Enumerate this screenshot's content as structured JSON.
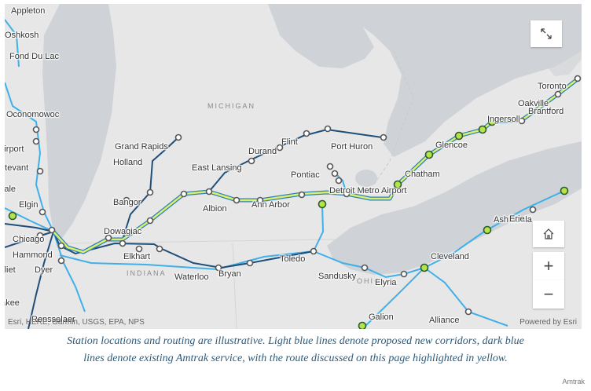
{
  "map": {
    "region_labels": [
      "MICHIGAN",
      "INDIANA",
      "OHIO"
    ],
    "cities": [
      {
        "name": "Appleton"
      },
      {
        "name": "Oshkosh"
      },
      {
        "name": "Fond Du Lac"
      },
      {
        "name": "Oconomowoc"
      },
      {
        "name": "Airport"
      },
      {
        "name": "Sturtevant"
      },
      {
        "name": "Glendale"
      },
      {
        "name": "Elgin"
      },
      {
        "name": "Chicago"
      },
      {
        "name": "Hammond"
      },
      {
        "name": "Joliet"
      },
      {
        "name": "Dyer"
      },
      {
        "name": "Kankakee"
      },
      {
        "name": "Rensselaer"
      },
      {
        "name": "Grand Rapids"
      },
      {
        "name": "Holland"
      },
      {
        "name": "Bangor"
      },
      {
        "name": "Dowagiac"
      },
      {
        "name": "Elkhart"
      },
      {
        "name": "Waterloo"
      },
      {
        "name": "Bryan"
      },
      {
        "name": "Toledo"
      },
      {
        "name": "Sandusky"
      },
      {
        "name": "Elyria"
      },
      {
        "name": "Cleveland"
      },
      {
        "name": "Galion"
      },
      {
        "name": "Alliance"
      },
      {
        "name": "Albion"
      },
      {
        "name": "Ann Arbor"
      },
      {
        "name": "East Lansing"
      },
      {
        "name": "Durand"
      },
      {
        "name": "Flint"
      },
      {
        "name": "Port Huron"
      },
      {
        "name": "Pontiac"
      },
      {
        "name": "Detroit Metro Airport"
      },
      {
        "name": "Chatham"
      },
      {
        "name": "Glencoe"
      },
      {
        "name": "Ingersoll"
      },
      {
        "name": "Brantford"
      },
      {
        "name": "Oakville"
      },
      {
        "name": "Toronto"
      },
      {
        "name": "Ashtabula"
      },
      {
        "name": "Erie"
      }
    ],
    "colors": {
      "water": "#cfd2d6",
      "land": "#e7e7e7",
      "existing_service": "#1f4e79",
      "proposed_corridor": "#3fb0ea",
      "highlighted_route": "#d8f06a"
    },
    "controls": {
      "expand": "expand-icon",
      "home": "home-icon",
      "zoom_in": "+",
      "zoom_out": "−"
    },
    "attribution": "Esri, HERE, Garmin, USGS, EPA, NPS",
    "powered_by": "Powered by Esri"
  },
  "caption": {
    "line1": "Station locations and routing are illustrative. Light blue lines denote proposed new corridors, dark blue",
    "line2": "lines denote existing Amtrak service, with the route discussed on this page highlighted in yellow."
  },
  "footer_brand": "Amtrak"
}
